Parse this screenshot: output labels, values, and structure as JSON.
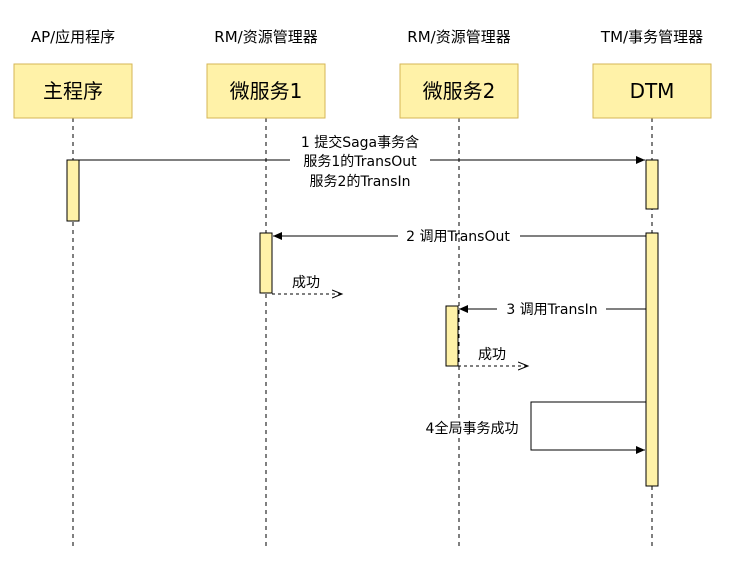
{
  "participants": [
    {
      "role": "AP/应用程序",
      "name": "主程序"
    },
    {
      "role": "RM/资源管理器",
      "name": "微服务1"
    },
    {
      "role": "RM/资源管理器",
      "name": "微服务2"
    },
    {
      "role": "TM/事务管理器",
      "name": "DTM"
    }
  ],
  "messages": {
    "m1": [
      "1 提交Saga事务含",
      "服务1的TransOut",
      "服务2的TransIn"
    ],
    "m2": "2 调用TransOut",
    "m2_reply": "成功",
    "m3": "3 调用TransIn",
    "m3_reply": "成功",
    "m4": "4全局事务成功"
  },
  "colors": {
    "box_fill": "#fff2a8",
    "box_stroke": "#d6b656",
    "activation_fill": "#fff2a8",
    "line": "#000000"
  }
}
